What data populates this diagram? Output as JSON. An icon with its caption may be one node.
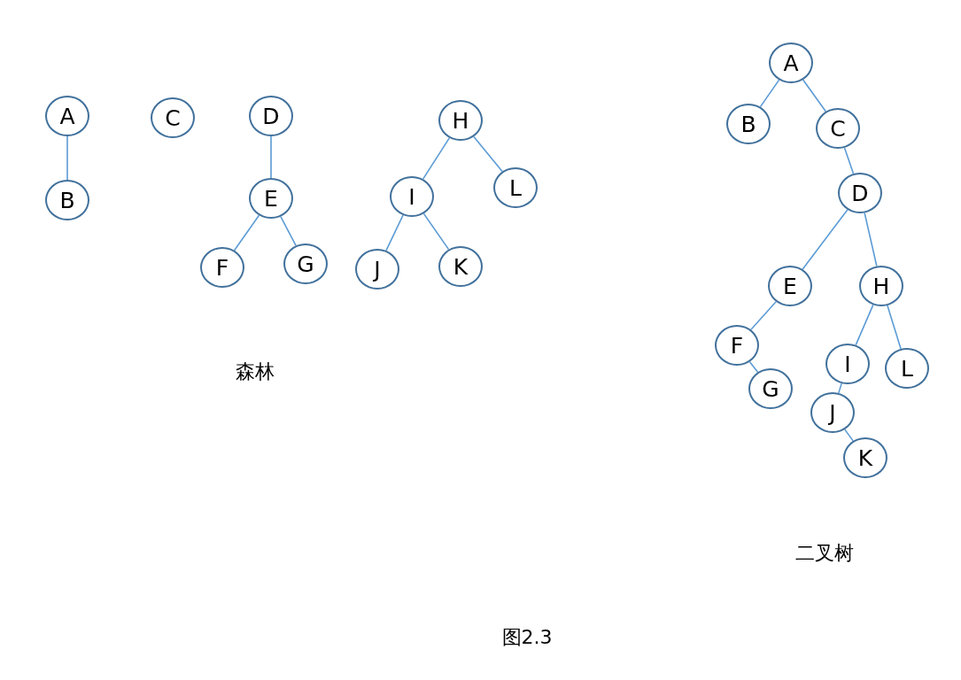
{
  "diagram": {
    "caption": "图2.3",
    "nodes": [
      {
        "text": [
          "A"
        ]
      },
      {
        "text": [
          "B"
        ]
      },
      {
        "text": [
          "C"
        ]
      },
      {
        "text": [
          "D"
        ]
      },
      {
        "text": [
          "E"
        ]
      },
      {
        "text": [
          "F"
        ]
      },
      {
        "text": [
          "G"
        ]
      },
      {
        "text": [
          "H"
        ]
      },
      {
        "text": [
          "I"
        ]
      },
      {
        "text": [
          "L"
        ]
      },
      {
        "text": [
          "J"
        ]
      },
      {
        "text": [
          "K"
        ]
      },
      {
        "text": [
          "A"
        ]
      },
      {
        "text": [
          "B"
        ]
      },
      {
        "text": [
          "C"
        ]
      },
      {
        "text": [
          "D"
        ]
      },
      {
        "text": [
          "E"
        ]
      },
      {
        "text": [
          "H"
        ]
      },
      {
        "text": [
          "F"
        ]
      },
      {
        "text": [
          "I"
        ]
      },
      {
        "text": [
          "L"
        ]
      },
      {
        "text": [
          "G"
        ]
      },
      {
        "text": [
          "J"
        ]
      },
      {
        "text": [
          "K"
        ]
      }
    ],
    "edges": [
      {
        "from": 0,
        "to": 1,
        "arrow": "none"
      },
      {
        "from": 3,
        "to": 4,
        "arrow": "none"
      },
      {
        "from": 4,
        "to": 5,
        "arrow": "none"
      },
      {
        "from": 4,
        "to": 6,
        "arrow": "none"
      },
      {
        "from": 7,
        "to": 8,
        "arrow": "none"
      },
      {
        "from": 7,
        "to": 9,
        "arrow": "none"
      },
      {
        "from": 8,
        "to": 10,
        "arrow": "none"
      },
      {
        "from": 8,
        "to": 11,
        "arrow": "none"
      },
      {
        "from": 12,
        "to": 13,
        "arrow": "none"
      },
      {
        "from": 12,
        "to": 14,
        "arrow": "none"
      },
      {
        "from": 14,
        "to": 15,
        "arrow": "none"
      },
      {
        "from": 15,
        "to": 16,
        "arrow": "none"
      },
      {
        "from": 15,
        "to": 17,
        "arrow": "none"
      },
      {
        "from": 16,
        "to": 18,
        "arrow": "none"
      },
      {
        "from": 18,
        "to": 21,
        "arrow": "none"
      },
      {
        "from": 17,
        "to": 19,
        "arrow": "none"
      },
      {
        "from": 17,
        "to": 20,
        "arrow": "none"
      },
      {
        "from": 19,
        "to": 22,
        "arrow": "none"
      },
      {
        "from": 22,
        "to": 23,
        "arrow": "none"
      }
    ],
    "labels": [
      "森林",
      "二叉树"
    ]
  }
}
